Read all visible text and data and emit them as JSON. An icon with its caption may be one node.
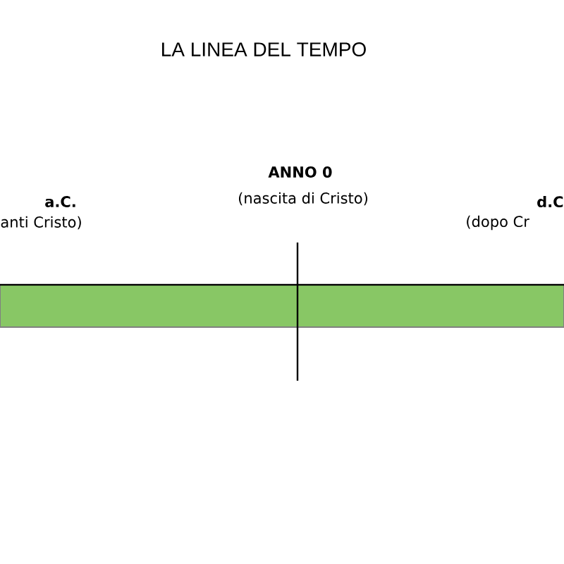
{
  "diagram": {
    "title": "LA LINEA DEL TEMPO",
    "nodes": [
      {
        "text": [],
        "shape": "bar"
      }
    ],
    "labels": [
      "ANNO 0",
      "(nascita di Cristo)",
      "a.C.",
      "anti Cristo)",
      "d.C",
      "(dopo Cr"
    ]
  }
}
